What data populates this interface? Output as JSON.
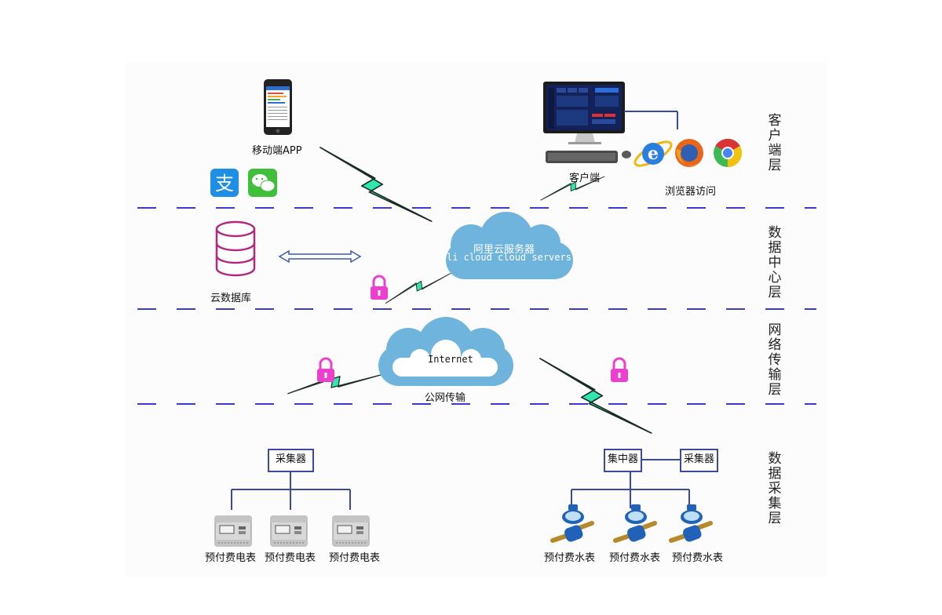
{
  "layers": {
    "client": "客户端层",
    "datacenter": "数据中心层",
    "network": "网络传输层",
    "acquisition": "数据采集层"
  },
  "client": {
    "mobile_app": "移动端APP",
    "pc_client": "客户端",
    "browser_access": "浏览器访问"
  },
  "datacenter": {
    "cloud_db": "云数据库",
    "aliyun_cn": "阿里云服务器",
    "aliyun_en": "li cloud  cloud servers"
  },
  "network": {
    "internet": "Internet",
    "public_net": "公网传输"
  },
  "acquisition": {
    "left_collector": "采集器",
    "concentrator": "集中器",
    "right_collector": "采集器",
    "electric_meters": [
      "预付费电表",
      "预付费电表",
      "预付费电表"
    ],
    "water_meters": [
      "预付费水表",
      "预付费水表",
      "预付费水表"
    ]
  },
  "colors": {
    "dash": "#3c3ad0",
    "lightning": "#2fe8b0",
    "cloud": "#6fb4dc",
    "box_border": "#3b4aa0",
    "db": "#b2297f",
    "lock": "#ec3fcf",
    "water_meter": "#1f62b8"
  },
  "icons": [
    "phone-icon",
    "alipay-icon",
    "wechat-icon",
    "monitor-icon",
    "ie-icon",
    "firefox-icon",
    "chrome-icon",
    "database-icon",
    "lock-icon",
    "cloud-icon",
    "electric-meter-icon",
    "water-meter-icon"
  ]
}
